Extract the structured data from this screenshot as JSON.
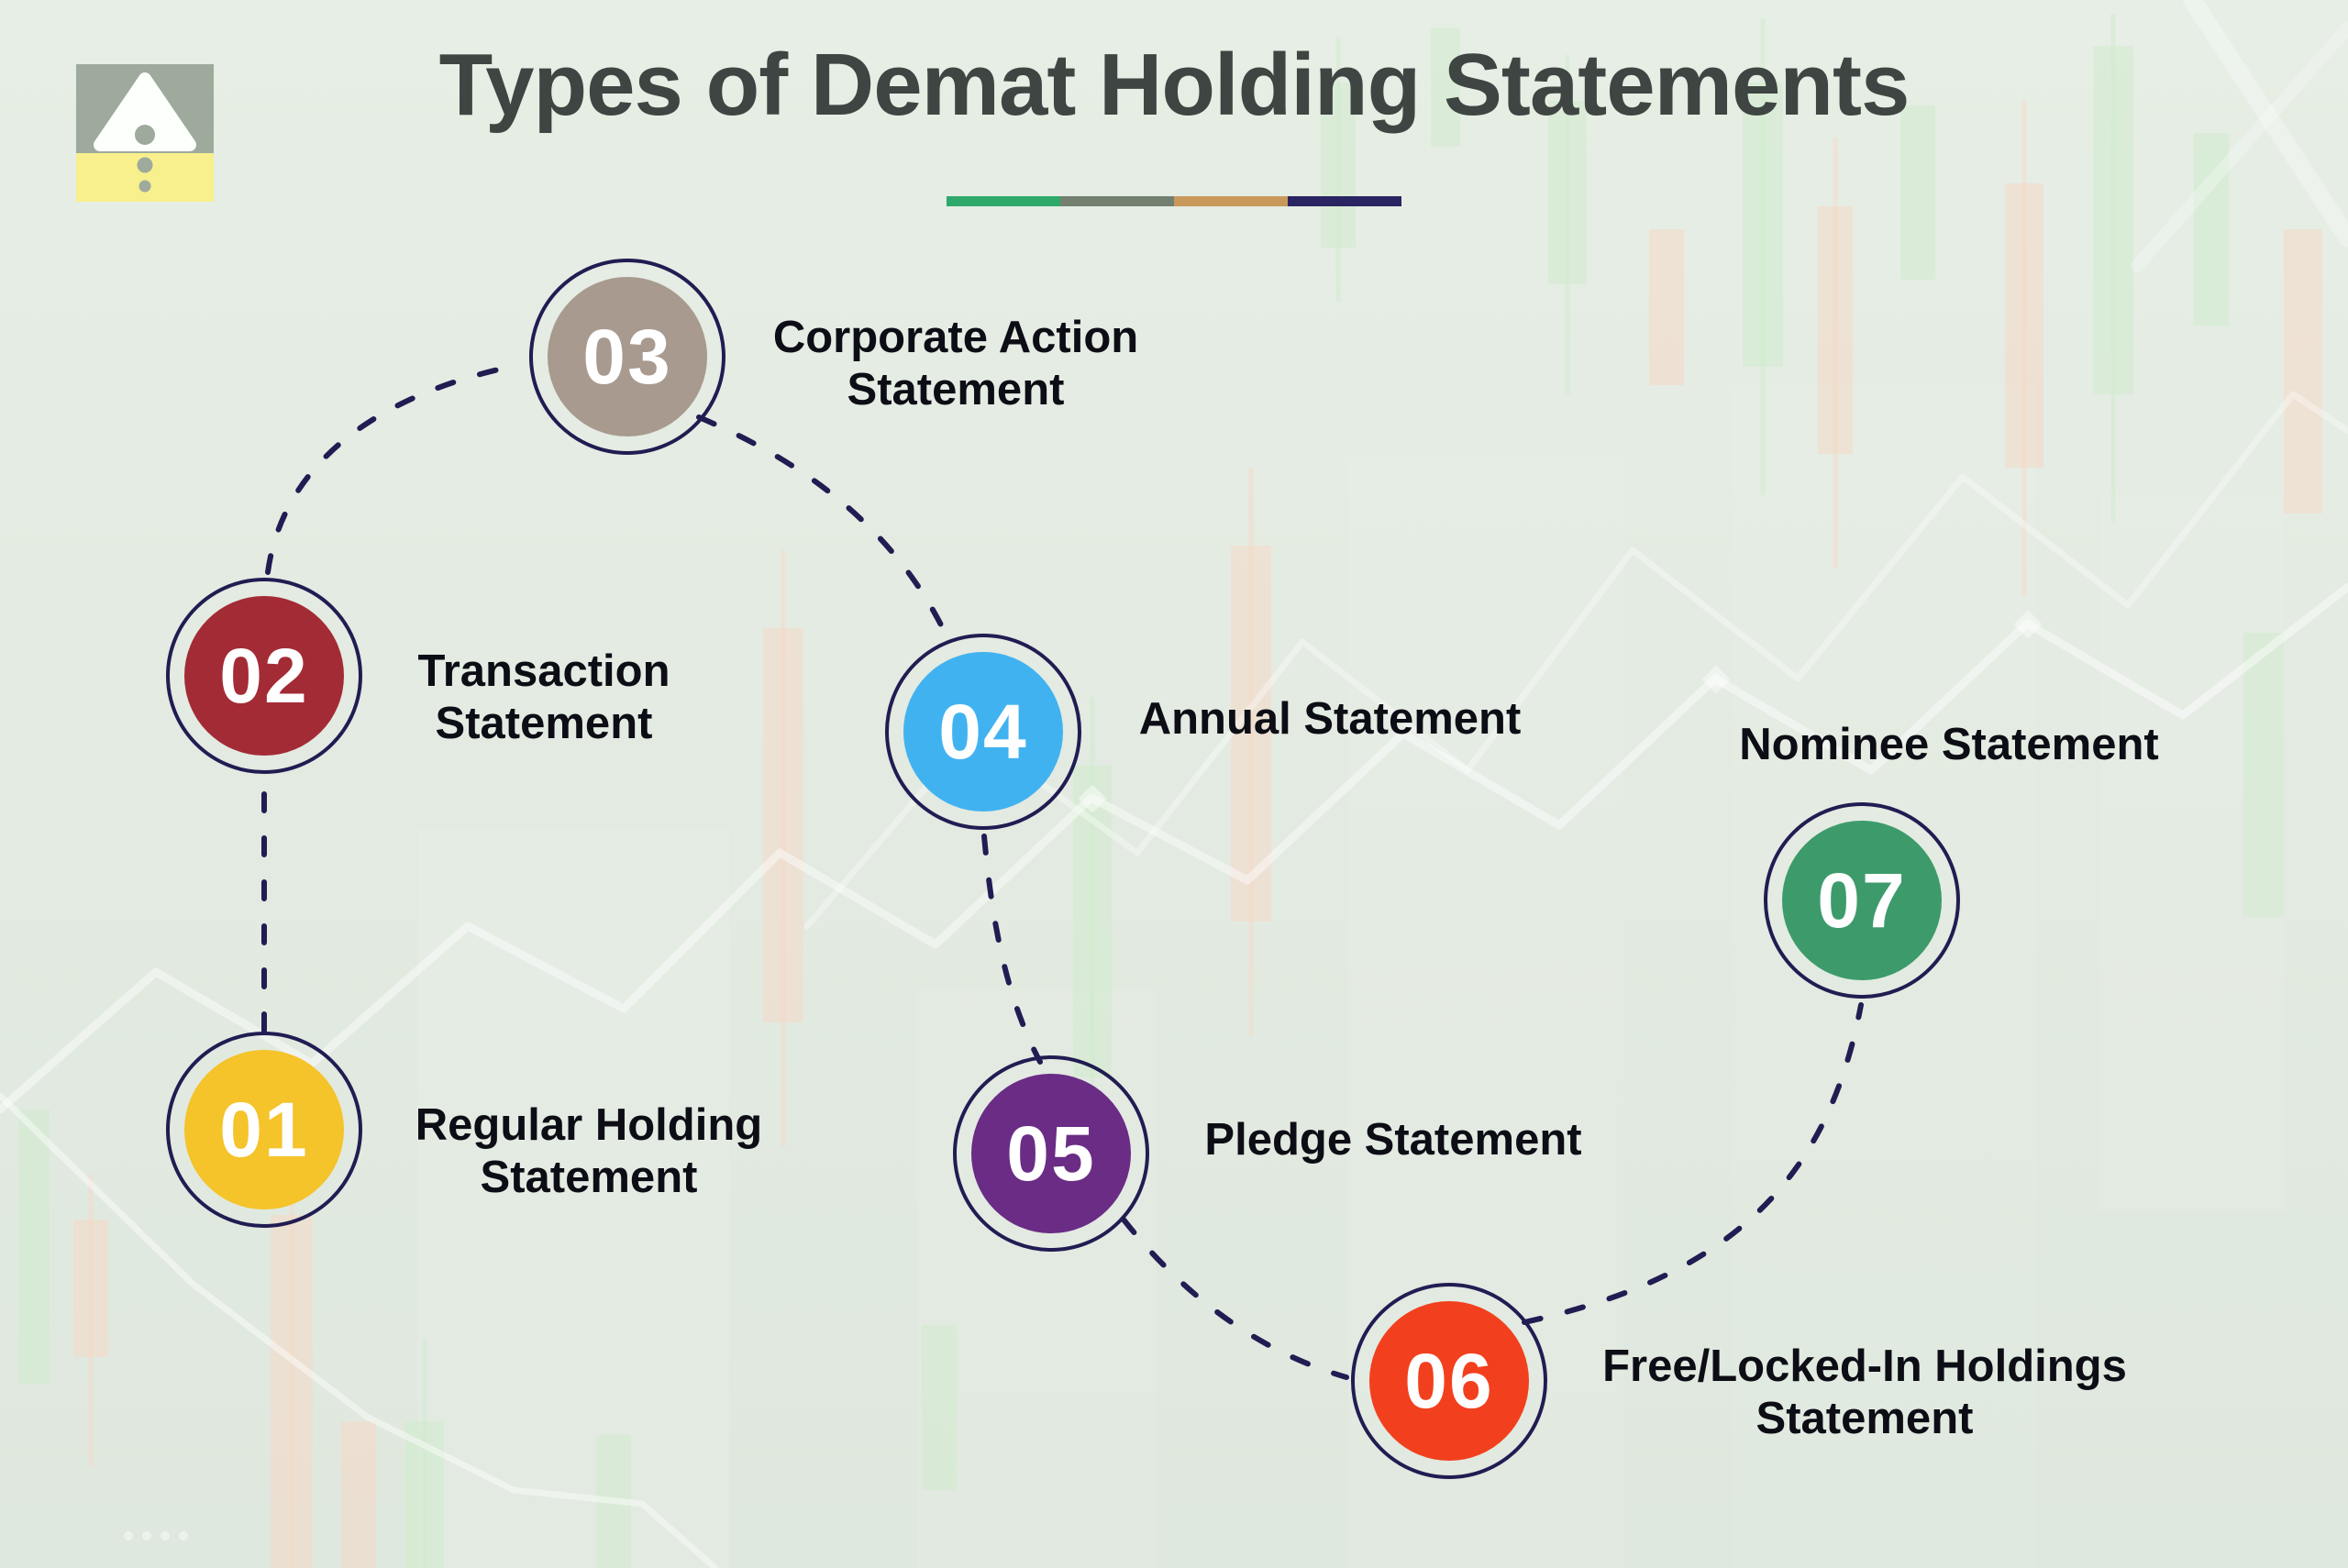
{
  "page": {
    "title": "Types of Demat Holding Statements",
    "background": "#e3ebe2",
    "title_color": "#3f4542",
    "text_color": "#0d0d15",
    "connector_color": "#211c52"
  },
  "logo": {
    "name": "triangle-alert-brand-mark",
    "top_color": "#9daa9c",
    "bottom_color": "#f8ef8d",
    "glyph_color": "#ffffff"
  },
  "title_underline": [
    "#2fa96a",
    "#73806f",
    "#c9995c",
    "#2a2462"
  ],
  "steps": [
    {
      "number": "01",
      "color": "#f5c32a",
      "lines": [
        "Regular Holding",
        "Statement"
      ]
    },
    {
      "number": "02",
      "color": "#a32b35",
      "lines": [
        "Transaction",
        "Statement"
      ]
    },
    {
      "number": "03",
      "color": "#a89a8f",
      "lines": [
        "Corporate Action",
        "Statement"
      ]
    },
    {
      "number": "04",
      "color": "#41b2f0",
      "lines": [
        "Annual Statement"
      ]
    },
    {
      "number": "05",
      "color": "#6a2c85",
      "lines": [
        "Pledge Statement"
      ]
    },
    {
      "number": "06",
      "color": "#f2401e",
      "lines": [
        "Free/Locked-In Holdings",
        "Statement"
      ]
    },
    {
      "number": "07",
      "color": "#3d9b6b",
      "lines": [
        "Nominee Statement"
      ]
    }
  ]
}
